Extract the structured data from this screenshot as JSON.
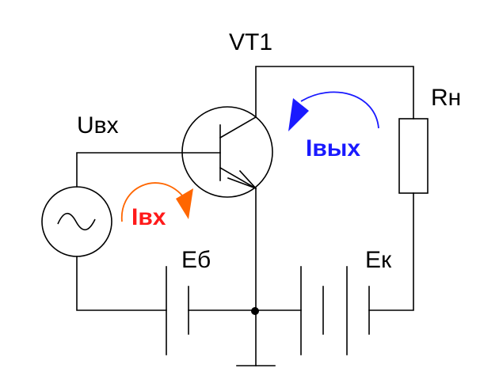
{
  "labels": {
    "transistor": "VT1",
    "input_voltage": "Uвх",
    "load_resistor": "Rн",
    "base_battery": "Еб",
    "collector_battery": "Ек",
    "input_current": "Iвх",
    "output_current": "Iвых"
  },
  "colors": {
    "wire": "#000000",
    "input_current_text": "#ff1a1a",
    "input_current_arrow": "#ff6600",
    "output_current": "#1a1aff"
  },
  "icons": {
    "source": "ac-voltage-source-icon",
    "transistor": "npn-transistor-icon",
    "resistor": "resistor-icon",
    "battery": "battery-icon",
    "ground": "ground-icon"
  }
}
